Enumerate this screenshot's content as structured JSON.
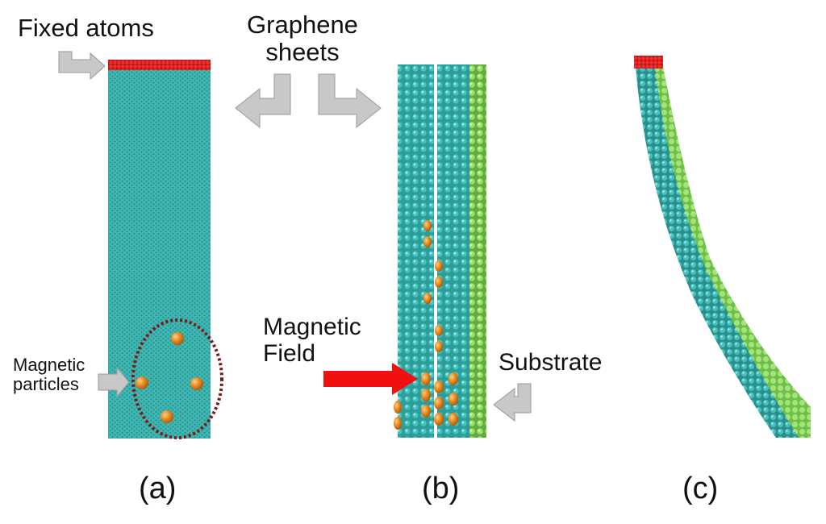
{
  "labels": {
    "fixed_atoms": "Fixed atoms",
    "graphene_line1": "Graphene",
    "graphene_line2": "sheets",
    "magnetic_field_line1": "Magnetic",
    "magnetic_field_line2": "Field",
    "magnetic_particles_line1": "Magnetic",
    "magnetic_particles_line2": "particles",
    "substrate": "Substrate"
  },
  "captions": {
    "a": "(a)",
    "b": "(b)",
    "c": "(c)"
  },
  "colors": {
    "graphene": "#3fb8b4",
    "graphene_dark": "#1f7e7c",
    "substrate": "#8fd66a",
    "fixed_atoms": "#e8262a",
    "magnetic_particles": "#e98a1f",
    "field_arrow": "#f01010",
    "ellipse": "#7a1a1a",
    "pointer_arrow": "#c8c8c8"
  }
}
